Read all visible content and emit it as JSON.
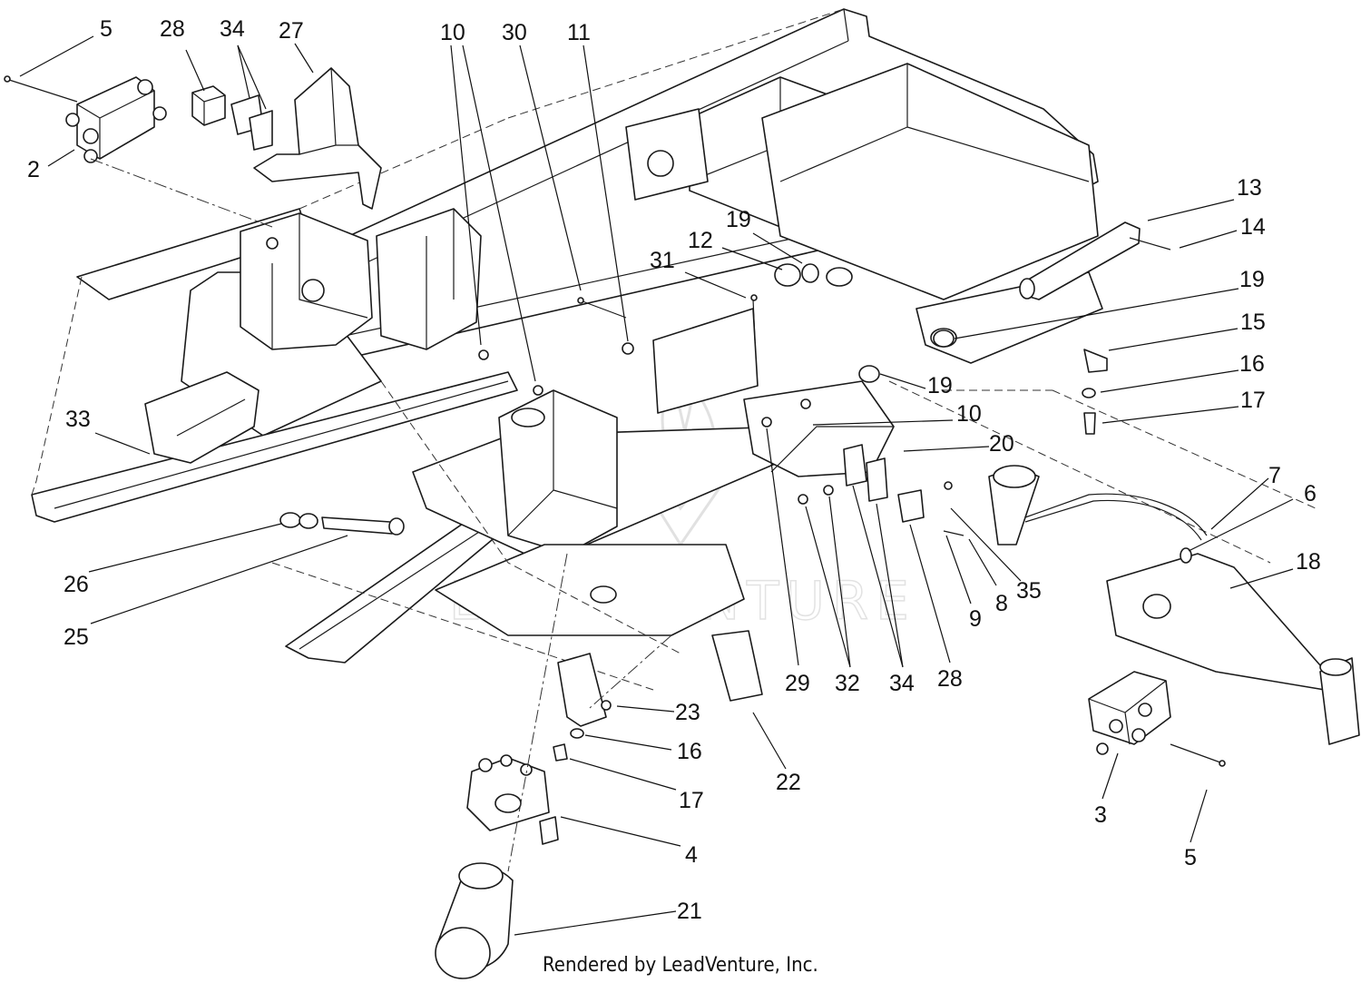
{
  "diagram": {
    "credit": "Rendered by LeadVenture, Inc.",
    "watermark": "LEADVENTURE",
    "callouts": [
      {
        "id": "c5a",
        "label": "5"
      },
      {
        "id": "c28a",
        "label": "28"
      },
      {
        "id": "c34a",
        "label": "34"
      },
      {
        "id": "c27",
        "label": "27"
      },
      {
        "id": "c10a",
        "label": "10"
      },
      {
        "id": "c30",
        "label": "30"
      },
      {
        "id": "c11",
        "label": "11"
      },
      {
        "id": "c2",
        "label": "2"
      },
      {
        "id": "c13",
        "label": "13"
      },
      {
        "id": "c14",
        "label": "14"
      },
      {
        "id": "c19a",
        "label": "19"
      },
      {
        "id": "c12",
        "label": "12"
      },
      {
        "id": "c31",
        "label": "31"
      },
      {
        "id": "c19b",
        "label": "19"
      },
      {
        "id": "c15",
        "label": "15"
      },
      {
        "id": "c16a",
        "label": "16"
      },
      {
        "id": "c19c",
        "label": "19"
      },
      {
        "id": "c17a",
        "label": "17"
      },
      {
        "id": "c10b",
        "label": "10"
      },
      {
        "id": "c33",
        "label": "33"
      },
      {
        "id": "c20",
        "label": "20"
      },
      {
        "id": "c7",
        "label": "7"
      },
      {
        "id": "c6",
        "label": "6"
      },
      {
        "id": "c18",
        "label": "18"
      },
      {
        "id": "c35",
        "label": "35"
      },
      {
        "id": "c26",
        "label": "26"
      },
      {
        "id": "c8",
        "label": "8"
      },
      {
        "id": "c9",
        "label": "9"
      },
      {
        "id": "c25",
        "label": "25"
      },
      {
        "id": "c29",
        "label": "29"
      },
      {
        "id": "c32",
        "label": "32"
      },
      {
        "id": "c34b",
        "label": "34"
      },
      {
        "id": "c28b",
        "label": "28"
      },
      {
        "id": "c23",
        "label": "23"
      },
      {
        "id": "c16b",
        "label": "16"
      },
      {
        "id": "c22",
        "label": "22"
      },
      {
        "id": "c17b",
        "label": "17"
      },
      {
        "id": "c3",
        "label": "3"
      },
      {
        "id": "c4",
        "label": "4"
      },
      {
        "id": "c5b",
        "label": "5"
      },
      {
        "id": "c21",
        "label": "21"
      }
    ]
  }
}
